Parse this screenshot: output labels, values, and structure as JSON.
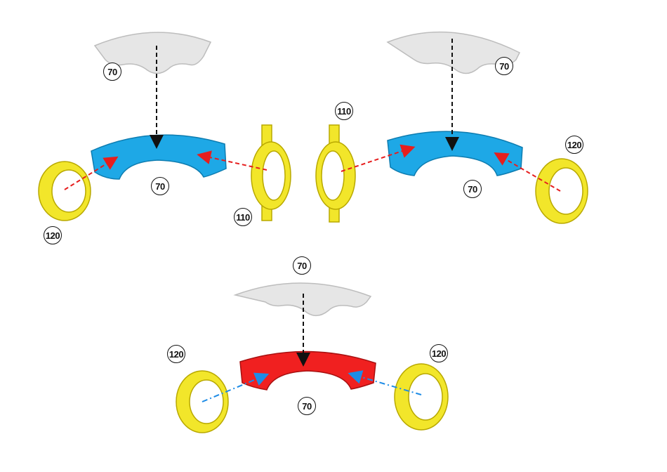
{
  "colors": {
    "cover": "#e6e6e6",
    "body_blue": "#1ea8e6",
    "body_red": "#f02020",
    "ring": "#f2e62a",
    "arrow_black": "#111111",
    "arrow_red": "#e61e1e",
    "arrow_blue": "#1e8ce6"
  },
  "labels": {
    "l70_a": "70",
    "l70_b": "70",
    "l70_c": "70",
    "l70_d": "70",
    "l70_e": "70",
    "l70_f": "70",
    "l110_a": "110",
    "l110_b": "110",
    "l120_a": "120",
    "l120_b": "120",
    "l120_c": "120",
    "l120_d": "120"
  }
}
